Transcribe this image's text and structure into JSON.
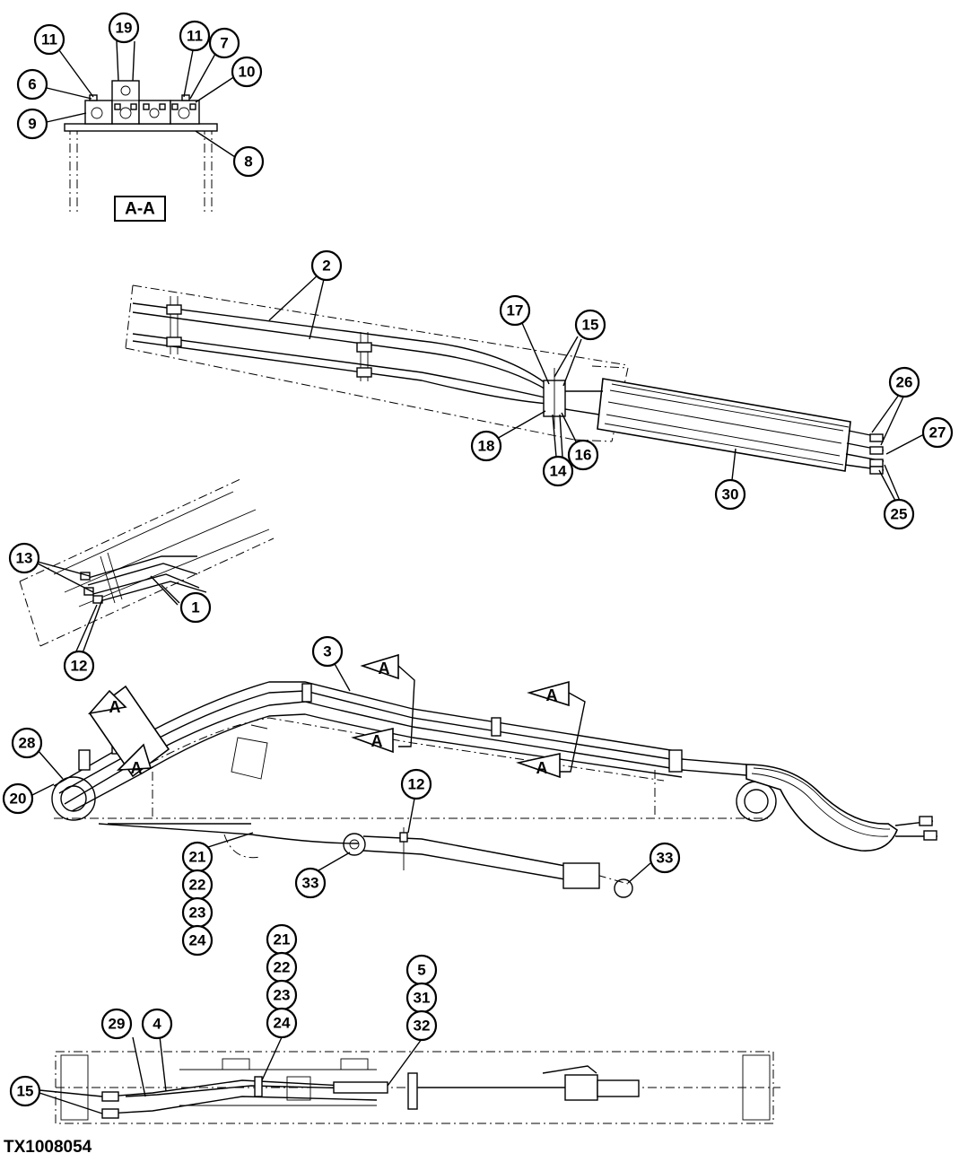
{
  "figure_id": "TX1008054",
  "section_label": "A-A",
  "view_arrow_label": "A",
  "callouts": {
    "c11a": "11",
    "c19": "19",
    "c11b": "11",
    "c7": "7",
    "c6": "6",
    "c10": "10",
    "c9": "9",
    "c8": "8",
    "c2": "2",
    "c17": "17",
    "c15a": "15",
    "c26": "26",
    "c27": "27",
    "c18": "18",
    "c16": "16",
    "c14": "14",
    "c30": "30",
    "c25": "25",
    "c13": "13",
    "c1": "1",
    "c12a": "12",
    "c3": "3",
    "c28": "28",
    "c20": "20",
    "c12b": "12",
    "c21a": "21",
    "c22a": "22",
    "c23a": "23",
    "c24a": "24",
    "c33a": "33",
    "c33b": "33",
    "c21b": "21",
    "c22b": "22",
    "c23b": "23",
    "c24b": "24",
    "c5": "5",
    "c31": "31",
    "c32": "32",
    "c29": "29",
    "c4": "4",
    "c15b": "15"
  }
}
